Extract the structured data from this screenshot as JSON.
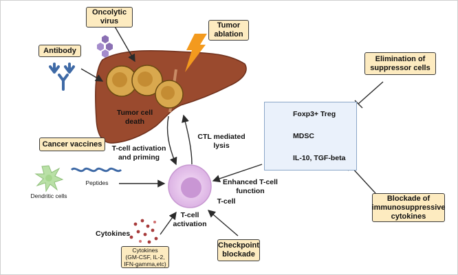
{
  "boxes": {
    "oncolytic_virus": "Oncolytic\nvirus",
    "antibody": "Antibody",
    "tumor_ablation": "Tumor\nablation",
    "elimination": "Elimination of\nsuppressor cells",
    "cancer_vaccines": "Cancer vaccines",
    "blockade_cytokines": "Blockade of\nimmunosuppressive\ncytokines",
    "checkpoint": "Checkpoint\nblockade",
    "cytokines_box": "Cytokines\n(GM-CSF, IL-2,\nIFN-gamma,etc)"
  },
  "labels": {
    "tumor_cell_death": "Tumor cell\ndeath",
    "tcell_activation_priming": "T-cell activation\nand priming",
    "ctl_lysis": "CTL mediated\nlysis",
    "enhanced": "Enhanced T-cell\nfunction",
    "tcell": "T-cell",
    "tcell_activation": "T-cell\nactivation",
    "cytokines": "Cytokines",
    "dendritic_cells": "Dendritic cells",
    "peptides": "Peptides"
  },
  "panel": {
    "treg": "Foxp3+ Treg",
    "mdsc": "MDSC",
    "il10": "IL-10, TGF-beta"
  },
  "colors": {
    "box_fill": "#fdebc0",
    "liver": "#9a4a2e",
    "tumor_nodule": "#d9a84e",
    "bolt": "#f39a1e",
    "antibody": "#3f6aa6",
    "virus": "#8a6fb3",
    "dendritic": "#b9e0a6",
    "tcell": "#e9c6ee",
    "panel": "#eaf1fb"
  }
}
